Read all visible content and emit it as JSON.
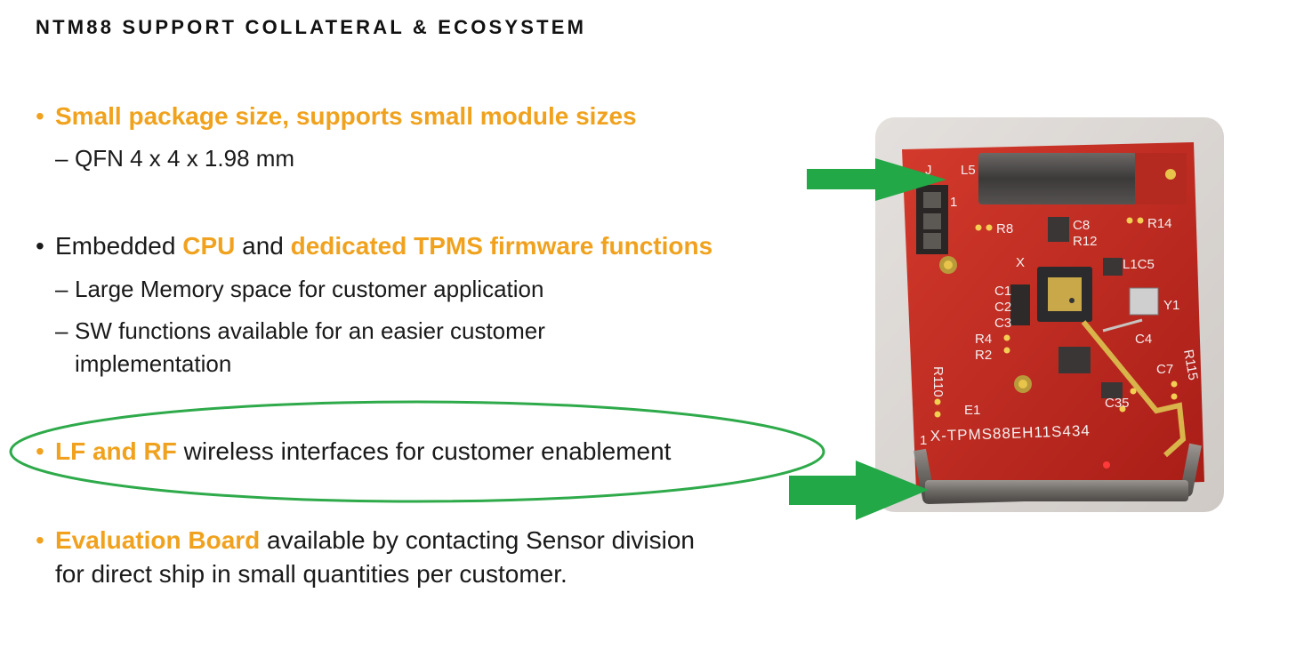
{
  "title": "NTM88 SUPPORT COLLATERAL & ECOSYSTEM",
  "bullets": {
    "b1": {
      "bullet": "•",
      "hl": "Small package size, supports small module sizes"
    },
    "b1s1": {
      "dash": "–",
      "text": "QFN 4 x 4 x 1.98 mm"
    },
    "b2": {
      "bullet": "•",
      "t1": "Embedded ",
      "hl1": "CPU",
      "t2": " and ",
      "hl2": "dedicated TPMS firmware functions"
    },
    "b2s1": {
      "dash": "–",
      "text": "Large Memory space for customer application"
    },
    "b2s2": {
      "dash": "–",
      "line1": "SW functions available for an easier customer",
      "line2": "implementation"
    },
    "b3": {
      "bullet": "•",
      "hl": "LF and RF",
      "t": " wireless interfaces for customer enablement"
    },
    "b4": {
      "bullet": "•",
      "hl": "Evaluation Board",
      "t": " available by contacting Sensor division",
      "line2": "for direct ship in small quantities per customer."
    }
  },
  "board": {
    "labels": {
      "r8": "R8",
      "c8": "C8",
      "r12": "R12",
      "r14": "R14",
      "l1c5": "L1C5",
      "y1": "Y1",
      "c1": "C1",
      "c2": "C2",
      "c3": "C3",
      "r4": "R4",
      "r2": "R2",
      "c4": "C4",
      "r110": "R110",
      "r115": "R115",
      "e1": "E1",
      "c35": "C35",
      "c7": "C7",
      "x": "X",
      "l5": "L5",
      "j": "J",
      "one_a": "1",
      "one_b": "1",
      "part": "X-TPMS88EH11S434"
    }
  },
  "colors": {
    "accent": "#f0a21e",
    "arrow": "#22a847",
    "ellipse": "#2eaa4a",
    "board": "#c8281e"
  }
}
